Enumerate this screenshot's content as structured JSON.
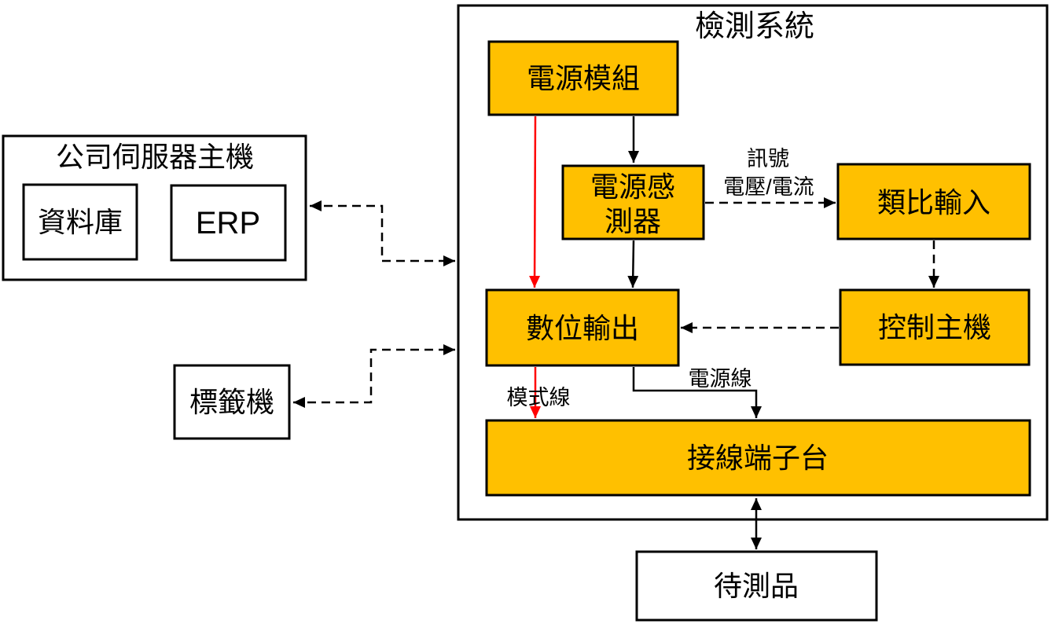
{
  "diagram": {
    "title": "檢測系統",
    "colors": {
      "node_fill": "#FFC000",
      "line": "#000000",
      "red_line": "#FF0000",
      "background": "#FFFFFF"
    },
    "nodes": {
      "power_module": {
        "label": "電源模組"
      },
      "power_sensor": {
        "label_line1": "電源感",
        "label_line2": "測器"
      },
      "analog_input": {
        "label": "類比輸入"
      },
      "digital_output": {
        "label": "數位輸出"
      },
      "control_host": {
        "label": "控制主機"
      },
      "terminal_block": {
        "label": "接線端子台"
      },
      "device_under_test": {
        "label": "待測品"
      },
      "company_server": {
        "title": "公司伺服器主機"
      },
      "database": {
        "label": "資料庫"
      },
      "erp": {
        "label": "ERP"
      },
      "label_printer": {
        "label": "標籤機"
      }
    },
    "edge_labels": {
      "signal_line1": "訊號",
      "signal_line2": "電壓/電流",
      "mode_line": "模式線",
      "power_line": "電源線"
    }
  }
}
